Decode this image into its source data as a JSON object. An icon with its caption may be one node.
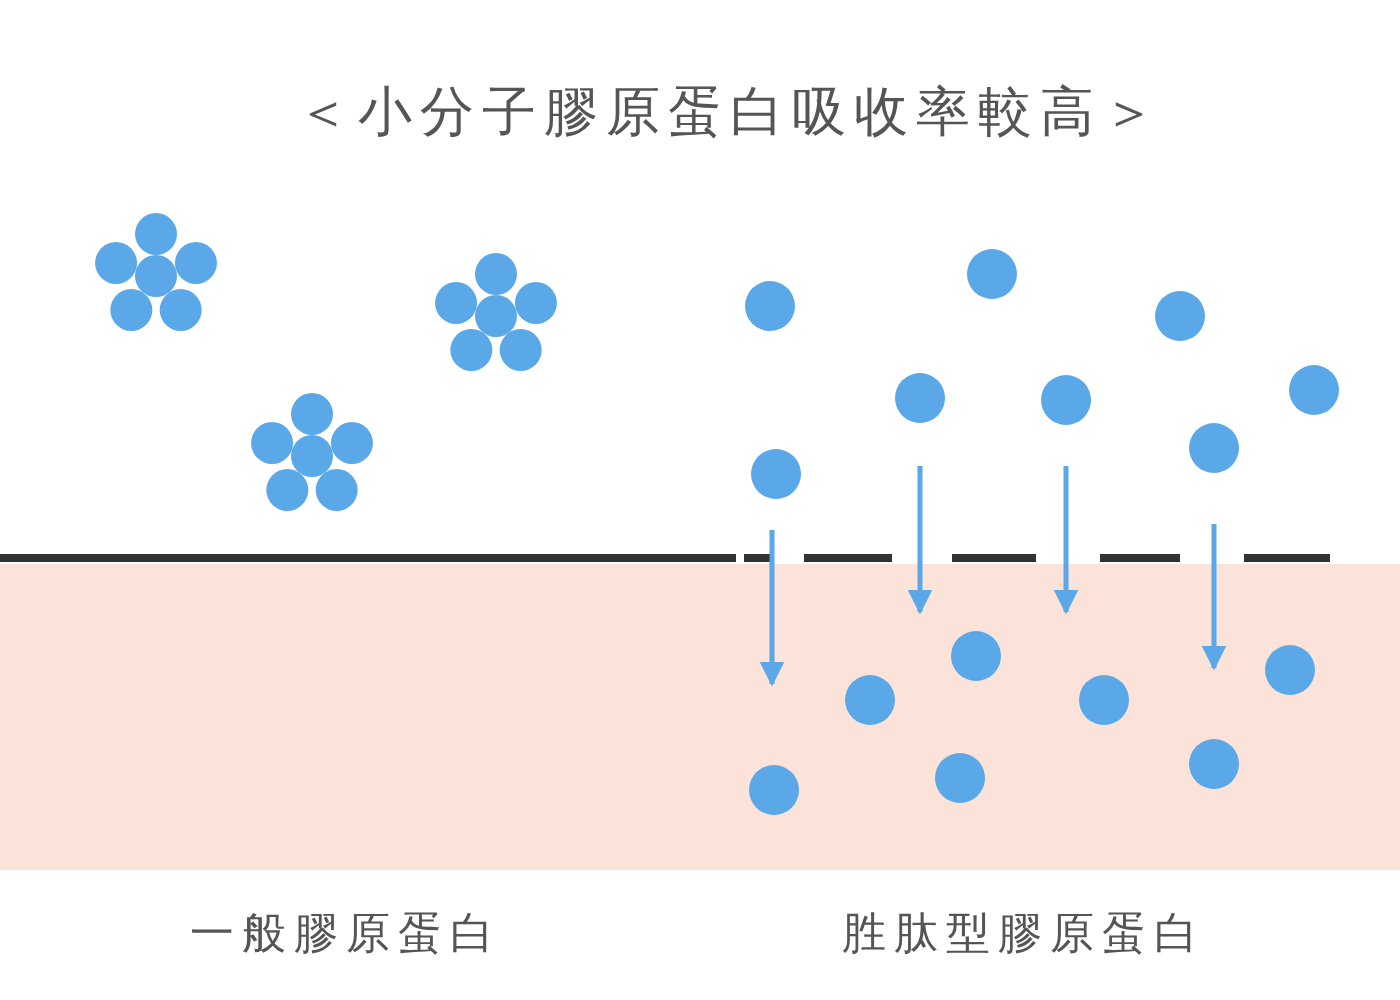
{
  "diagram": {
    "title": "＜小分子膠原蛋白吸收率較高＞",
    "labels": [
      "一般膠原蛋白",
      "胜肽型膠原蛋白"
    ]
  }
}
